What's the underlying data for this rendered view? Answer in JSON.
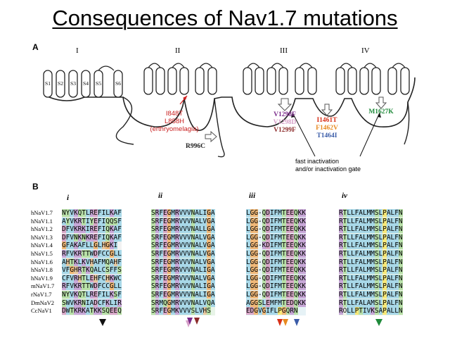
{
  "title": "Consequences of Nav1.7 mutations",
  "panel_a": {
    "letter": "A",
    "domains": [
      "I",
      "II",
      "III",
      "IV"
    ],
    "segments": [
      "S1",
      "S2",
      "S3",
      "S4",
      "S5",
      "S6"
    ],
    "mutations_domain2": [
      "I848T",
      "L858H",
      "(erthryomelagia)"
    ],
    "mutation_loop": "R996C",
    "mutations_domain3": [
      {
        "text": "V1298F",
        "color": "#7a2a8a"
      },
      {
        "text": "V1298D",
        "color": "#d6a0c8"
      },
      {
        "text": "V1299F",
        "color": "#8b2a2a"
      }
    ],
    "mutations_linker": [
      {
        "text": "I1461T",
        "color": "#d83018"
      },
      {
        "text": "F1462V",
        "color": "#e88a20"
      },
      {
        "text": "T1464I",
        "color": "#3a5ca8"
      }
    ],
    "mutation_domain4": {
      "text": "M1627K",
      "color": "#1f8a3a"
    },
    "note": [
      "fast inactivation",
      "and/or inactivation gate"
    ]
  },
  "panel_b": {
    "letter": "B",
    "subpanels": [
      "i",
      "ii",
      "iii",
      "iv"
    ],
    "species": [
      "hNaV1.7",
      "hNaV1.1",
      "hNaV1.2",
      "hNaV1.3",
      "hNaV1.4",
      "hNaV1.5",
      "hNaV1.6",
      "hNaV1.8",
      "hNaV1.9",
      "mNaV1.7",
      "rNaV1.7",
      "DmNaV2",
      "CcNaV1"
    ],
    "alignments": {
      "i": [
        "NYVKQTLREFILKAF",
        "AYVKRTIYEFIQQSF",
        "DFVKRKIREFIQKAF",
        "DFVNKNKREFIQKAF",
        "GFAKAFLLGLHGKI",
        "RFVKRTTWDFCCGLL",
        "AHTKLKVHAFMQAHF",
        "VFGHRTKQALCSFFS",
        "CFVRHTLEHFCHKWC",
        "RFVKRTTWDFCCGLL",
        "NYVKQTLREFILKSF",
        "SWVKRNIADCFKLIR",
        "DWTKRKATKKSQEEQ"
      ],
      "ii": [
        "SRFEGMRVVVNALIGA",
        "SRFEGMRVVVNALVGA",
        "SRFEGMRVVVNALLGA",
        "SRFEGMRVVVNALVGA",
        "SRFEGMRVVVNALVGA",
        "SRFEGMRVVVNALVGA",
        "SRFEGMRVVVNALVGA",
        "SRFEGMRVVVNALIGA",
        "SRFEGMRVVVNALVGA",
        "SRFEGMRVVVNALIGA",
        "SRFEGMRVVVNALIGA",
        "SRMQGMRVVVNALVQA",
        "SRFEGMKVVVSLVHS"
      ],
      "iii": [
        "LGG-QDIFMTEEQKK",
        "LGG-QDIFMTEEQKK",
        "LGG-QDIFMTEEQKK",
        "LGG-QDIFMTEEQKK",
        "LGG-KDIFMTEEQKK",
        "LGG-QDIFMTEEQKK",
        "LGG-QDIFMTEEQKK",
        "LGG-QDIFMTEEQKK",
        "LGG-QDIFMTEEQKK",
        "LGG-QDIFMTEEQKK",
        "LGG-QDIFMTEEQKK",
        "AGGSLEMFMTEDQKK",
        "EDGVGIFLPGQRN"
      ],
      "iv": [
        "RTLLFALMMSLPALFN",
        "RTLLFALMMSLPALFN",
        "RTLLFALMMSLPALFN",
        "RTLLFALMMSLPALFN",
        "RTLLFALMMSLPALFN",
        "RTLLFALMMSLPALFN",
        "RTLLFALMMSLPALFN",
        "RTLLFALMMSLPALFN",
        "RTLLFALMMSLPALFN",
        "RTLLFALMMSLPALFN",
        "RTLLFALMMSLPALFN",
        "RTLLFALAMSLPALFN",
        "ROLLPTIVKSAPALLN"
      ]
    }
  }
}
